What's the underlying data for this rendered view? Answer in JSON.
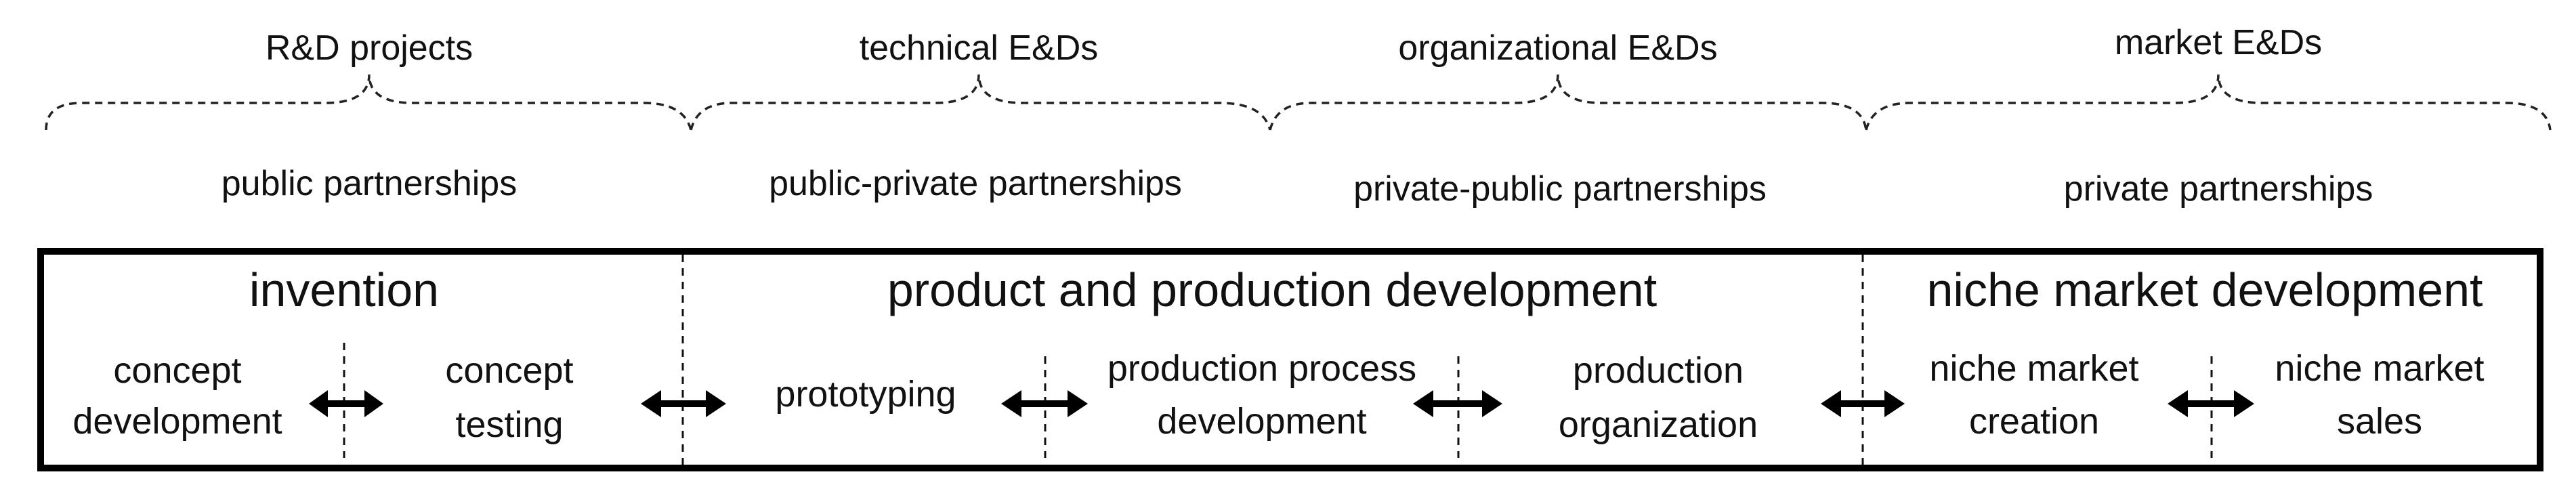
{
  "top_groups": [
    {
      "label": "R&D projects",
      "partnership": "public partnerships"
    },
    {
      "label": "technical E&Ds",
      "partnership": "public-private partnerships"
    },
    {
      "label": "organizational E&Ds",
      "partnership": "private-public partnerships"
    },
    {
      "label": "market E&Ds",
      "partnership": "private partnerships"
    }
  ],
  "phases": [
    {
      "title": "invention"
    },
    {
      "title": "product and production development"
    },
    {
      "title": "niche market development"
    }
  ],
  "steps": [
    {
      "line1": "concept",
      "line2": "development"
    },
    {
      "line1": "concept",
      "line2": "testing"
    },
    {
      "line1": "prototyping",
      "line2": ""
    },
    {
      "line1": "production process",
      "line2": "development"
    },
    {
      "line1": "production",
      "line2": "organization"
    },
    {
      "line1": "niche market",
      "line2": "creation"
    },
    {
      "line1": "niche market",
      "line2": "sales"
    }
  ]
}
